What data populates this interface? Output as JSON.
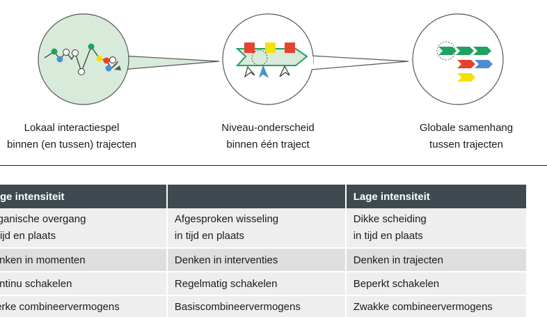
{
  "diagram": {
    "captions": [
      {
        "line1": "Lokaal interactiespel",
        "line2": "binnen (en tussen) trajecten"
      },
      {
        "line1": "Niveau-onderscheid",
        "line2": "binnen één traject"
      },
      {
        "line1": "Globale samenhang",
        "line2": "tussen trajecten"
      }
    ],
    "colors": {
      "circle_fill": "#d8ead9",
      "circle_stroke": "#555555",
      "green": "#1fa261",
      "red": "#e8412c",
      "yellow": "#f2e200",
      "blue": "#4b8fd1"
    }
  },
  "table": {
    "headers": [
      "Hoge intensiteit",
      "",
      "Lage intensiteit"
    ],
    "rows": [
      [
        [
          "Organische overgang",
          "in tijd en plaats"
        ],
        [
          "Afgesproken wisseling",
          "in tijd en plaats"
        ],
        [
          "Dikke scheiding",
          "in tijd en plaats"
        ]
      ],
      [
        [
          "Denken in momenten"
        ],
        [
          "Denken in interventies"
        ],
        [
          "Denken in trajecten"
        ]
      ],
      [
        [
          "Continu schakelen"
        ],
        [
          "Regelmatig schakelen"
        ],
        [
          "Beperkt schakelen"
        ]
      ],
      [
        [
          "Sterke combineervermogens"
        ],
        [
          "Basiscombineervermogens"
        ],
        [
          "Zwakke combineervermogens"
        ]
      ]
    ],
    "header_color": "#3e4a50"
  }
}
